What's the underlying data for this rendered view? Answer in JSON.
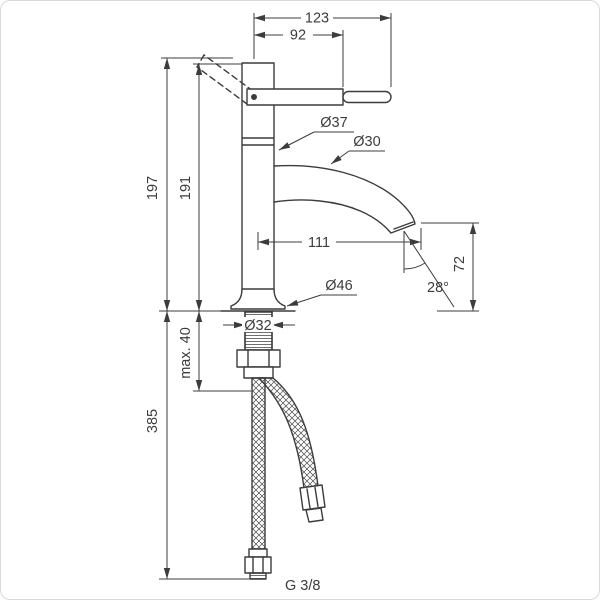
{
  "colors": {
    "line": "#3c3c3c",
    "background": "#ffffff",
    "border": "#d9d9d9"
  },
  "labels": {
    "top_width": "123",
    "lever_width": "92",
    "height_total": "197",
    "height_body": "191",
    "dia_body": "Ø37",
    "dia_spout": "Ø30",
    "spout_reach": "111",
    "outlet_height": "72",
    "stream_angle": "28°",
    "dia_base": "Ø46",
    "dia_shank": "Ø32",
    "max_deck": "max. 40",
    "hose_length": "385",
    "thread": "G 3/8"
  }
}
